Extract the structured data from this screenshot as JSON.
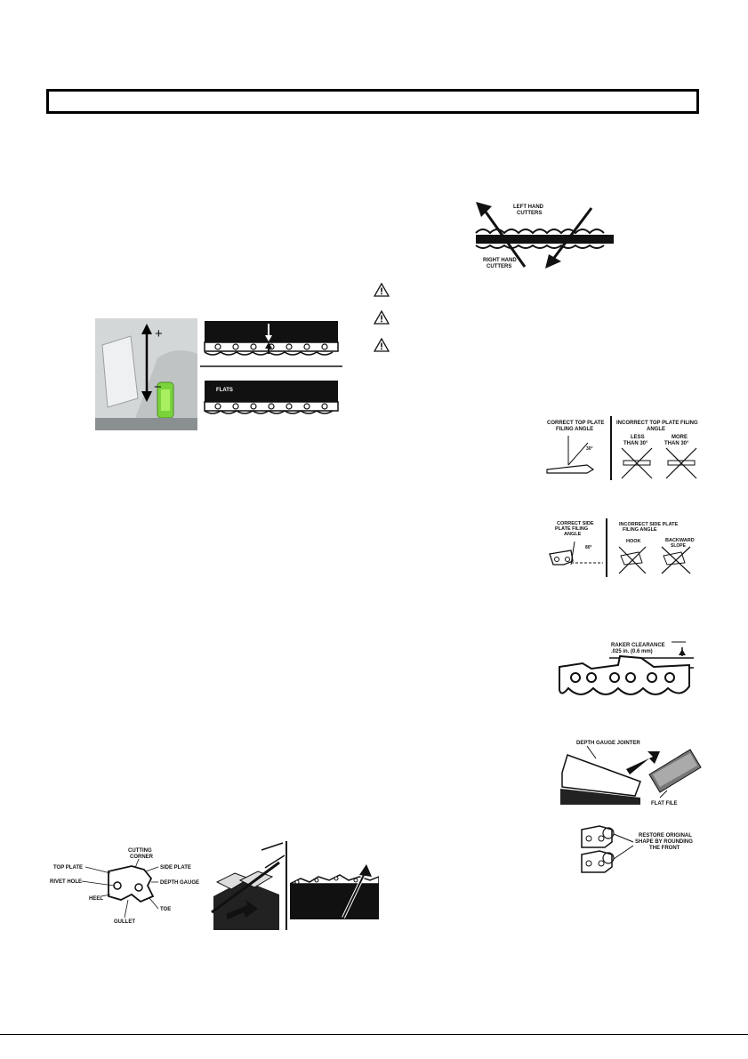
{
  "page": {
    "title_box_text": ""
  },
  "fig_cutter_directions": {
    "left_hand": "LEFT HAND\nCUTTERS",
    "left_hand_lines": [
      "LEFT HAND",
      "CUTTERS"
    ],
    "right_hand_lines": [
      "RIGHT HAND",
      "CUTTERS"
    ]
  },
  "fig_tension_gauge": {
    "plus": "+",
    "minus": "−",
    "flats": "FLATS"
  },
  "warnings": [
    "warning-icon",
    "warning-icon",
    "warning-icon"
  ],
  "fig_top_plate": {
    "correct": [
      "CORRECT TOP PLATE",
      "FILING ANGLE"
    ],
    "correct_angle": "30°",
    "incorrect": [
      "INCORRECT TOP PLATE FILING",
      "ANGLE"
    ],
    "less": [
      "LESS",
      "THAN 30°"
    ],
    "more": [
      "MORE",
      "THAN 30°"
    ]
  },
  "fig_side_plate": {
    "correct": [
      "CORRECT SIDE",
      "PLATE FILING",
      "ANGLE"
    ],
    "correct_angle": "80°",
    "incorrect": [
      "INCORRECT SIDE PLATE",
      "FILING ANGLE"
    ],
    "hook": "HOOK",
    "backward": [
      "BACKWARD",
      "SLOPE"
    ]
  },
  "fig_raker": {
    "label": [
      "RAKER CLEARANCE",
      ".025 in. (0.6 mm)"
    ]
  },
  "fig_jointer": {
    "depth_gauge_jointer": "DEPTH GAUGE JOINTER",
    "flat_file": "FLAT FILE"
  },
  "fig_restore": {
    "label": [
      "RESTORE ORIGINAL",
      "SHAPE BY ROUNDING",
      "THE FRONT"
    ]
  },
  "fig_cutter_parts": {
    "cutting_corner": [
      "CUTTING",
      "CORNER"
    ],
    "top_plate": "TOP PLATE",
    "side_plate": "SIDE PLATE",
    "rivet_hole": "RIVET HOLE",
    "depth_gauge": "DEPTH GAUGE",
    "heel": "HEEL",
    "toe": "TOE",
    "gullet": "GULLET"
  }
}
